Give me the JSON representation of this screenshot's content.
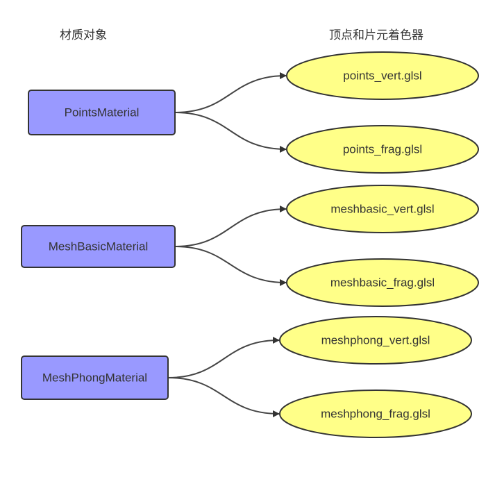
{
  "headings": {
    "left": "材质对象",
    "right": "顶点和片元着色器"
  },
  "colors": {
    "material_fill": "#9999ff",
    "shader_fill": "#ffff88",
    "stroke": "#333333",
    "edge": "#444444"
  },
  "materials": [
    {
      "label": "PointsMaterial"
    },
    {
      "label": "MeshBasicMaterial"
    },
    {
      "label": "MeshPhongMaterial"
    }
  ],
  "shaders": [
    {
      "label": "points_vert.glsl"
    },
    {
      "label": "points_frag.glsl"
    },
    {
      "label": "meshbasic_vert.glsl"
    },
    {
      "label": "meshbasic_frag.glsl"
    },
    {
      "label": "meshphong_vert.glsl"
    },
    {
      "label": "meshphong_frag.glsl"
    }
  ],
  "edges": [
    {
      "from": 0,
      "to": 0
    },
    {
      "from": 0,
      "to": 1
    },
    {
      "from": 1,
      "to": 2
    },
    {
      "from": 1,
      "to": 3
    },
    {
      "from": 2,
      "to": 4
    },
    {
      "from": 2,
      "to": 5
    }
  ]
}
